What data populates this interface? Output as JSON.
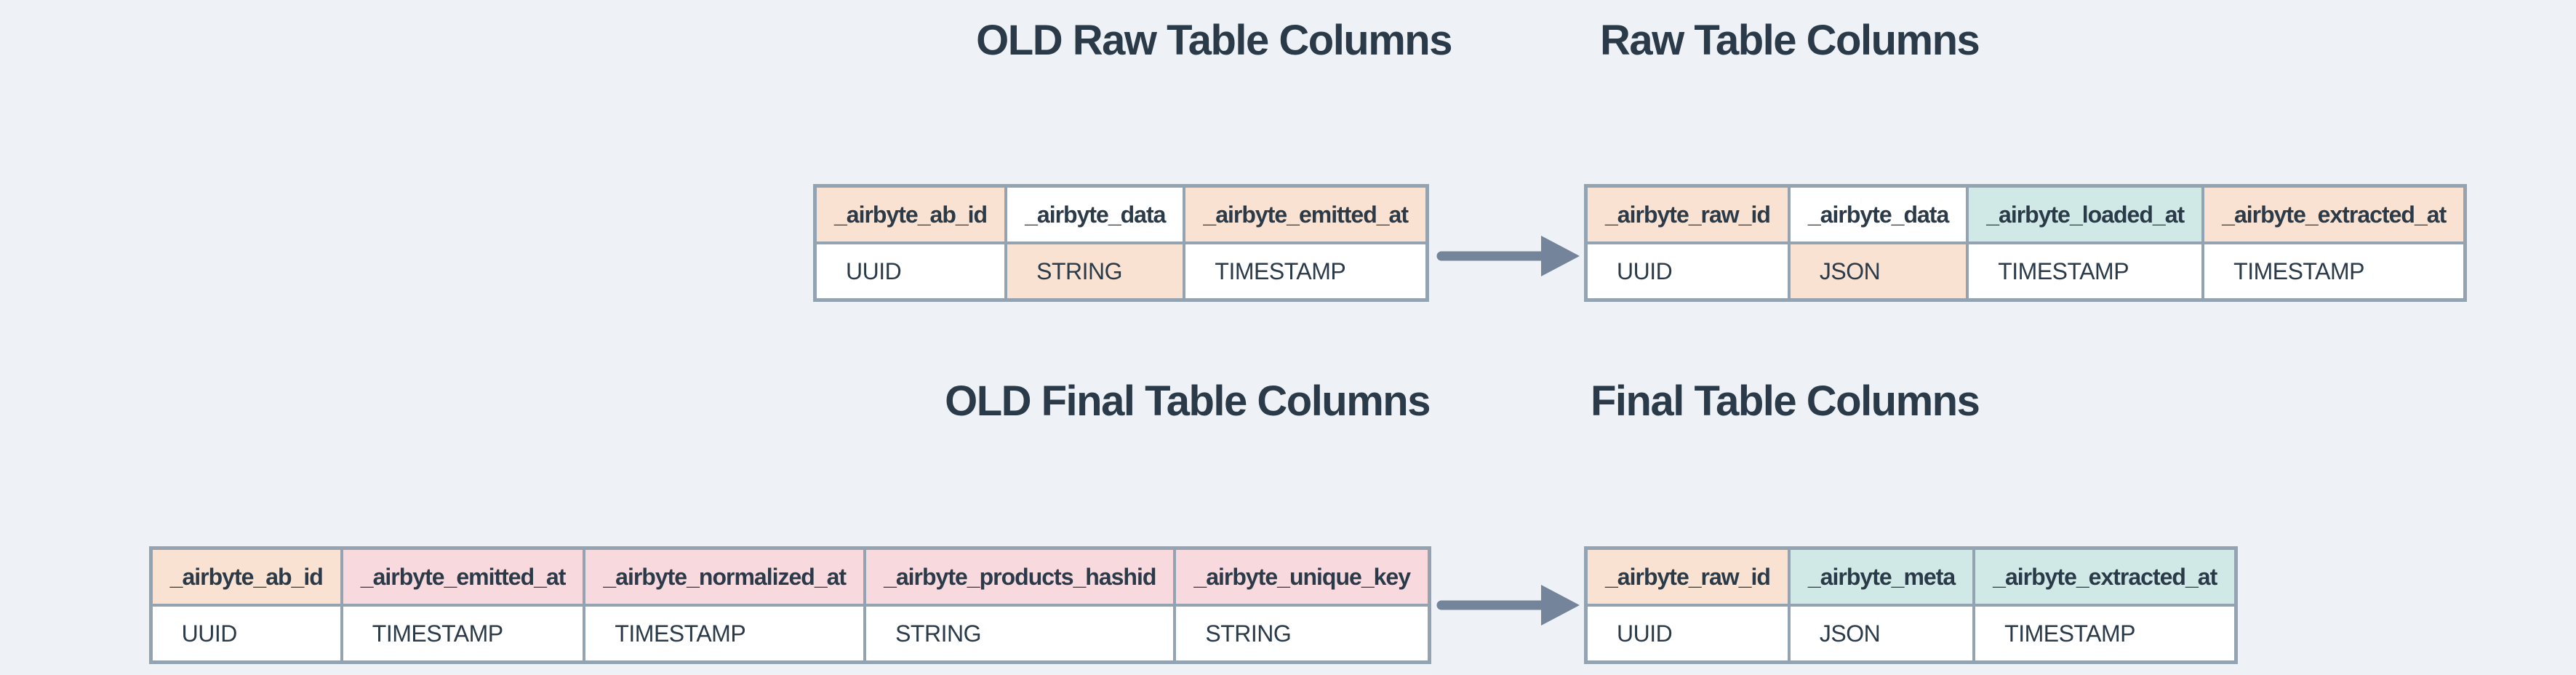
{
  "palette": {
    "background": "#eef2f6",
    "text": "#2b3a48",
    "table_border": "#94a3b2",
    "arrow": "#74859b",
    "highlight_changed_peach": "#f9e2d1",
    "highlight_removed_pink": "#f7d9de",
    "highlight_added_mint": "#d0e9e6",
    "cell_background": "#ffffff"
  },
  "sections": [
    {
      "name": "raw",
      "old": {
        "title": "OLD Raw Table Columns",
        "columns": [
          {
            "name": "_airbyte_ab_id",
            "type": "UUID",
            "name_highlight": "peach",
            "type_highlight": "none"
          },
          {
            "name": "_airbyte_data",
            "type": "STRING",
            "name_highlight": "none",
            "type_highlight": "peach"
          },
          {
            "name": "_airbyte_emitted_at",
            "type": "TIMESTAMP",
            "name_highlight": "peach",
            "type_highlight": "none"
          }
        ]
      },
      "new": {
        "title": "Raw Table Columns",
        "columns": [
          {
            "name": "_airbyte_raw_id",
            "type": "UUID",
            "name_highlight": "peach",
            "type_highlight": "none"
          },
          {
            "name": "_airbyte_data",
            "type": "JSON",
            "name_highlight": "none",
            "type_highlight": "peach"
          },
          {
            "name": "_airbyte_loaded_at",
            "type": "TIMESTAMP",
            "name_highlight": "mint",
            "type_highlight": "none"
          },
          {
            "name": "_airbyte_extracted_at",
            "type": "TIMESTAMP",
            "name_highlight": "peach",
            "type_highlight": "none"
          }
        ]
      }
    },
    {
      "name": "final",
      "old": {
        "title": "OLD Final Table Columns",
        "columns": [
          {
            "name": "_airbyte_ab_id",
            "type": "UUID",
            "name_highlight": "peach",
            "type_highlight": "none"
          },
          {
            "name": "_airbyte_emitted_at",
            "type": "TIMESTAMP",
            "name_highlight": "pink",
            "type_highlight": "none"
          },
          {
            "name": "_airbyte_normalized_at",
            "type": "TIMESTAMP",
            "name_highlight": "pink",
            "type_highlight": "none"
          },
          {
            "name": "_airbyte_products_hashid",
            "type": "STRING",
            "name_highlight": "pink",
            "type_highlight": "none"
          },
          {
            "name": "_airbyte_unique_key",
            "type": "STRING",
            "name_highlight": "pink",
            "type_highlight": "none"
          }
        ]
      },
      "new": {
        "title": "Final Table Columns",
        "columns": [
          {
            "name": "_airbyte_raw_id",
            "type": "UUID",
            "name_highlight": "peach",
            "type_highlight": "none"
          },
          {
            "name": "_airbyte_meta",
            "type": "JSON",
            "name_highlight": "mint",
            "type_highlight": "none"
          },
          {
            "name": "_airbyte_extracted_at",
            "type": "TIMESTAMP",
            "name_highlight": "mint",
            "type_highlight": "none"
          }
        ]
      }
    }
  ]
}
